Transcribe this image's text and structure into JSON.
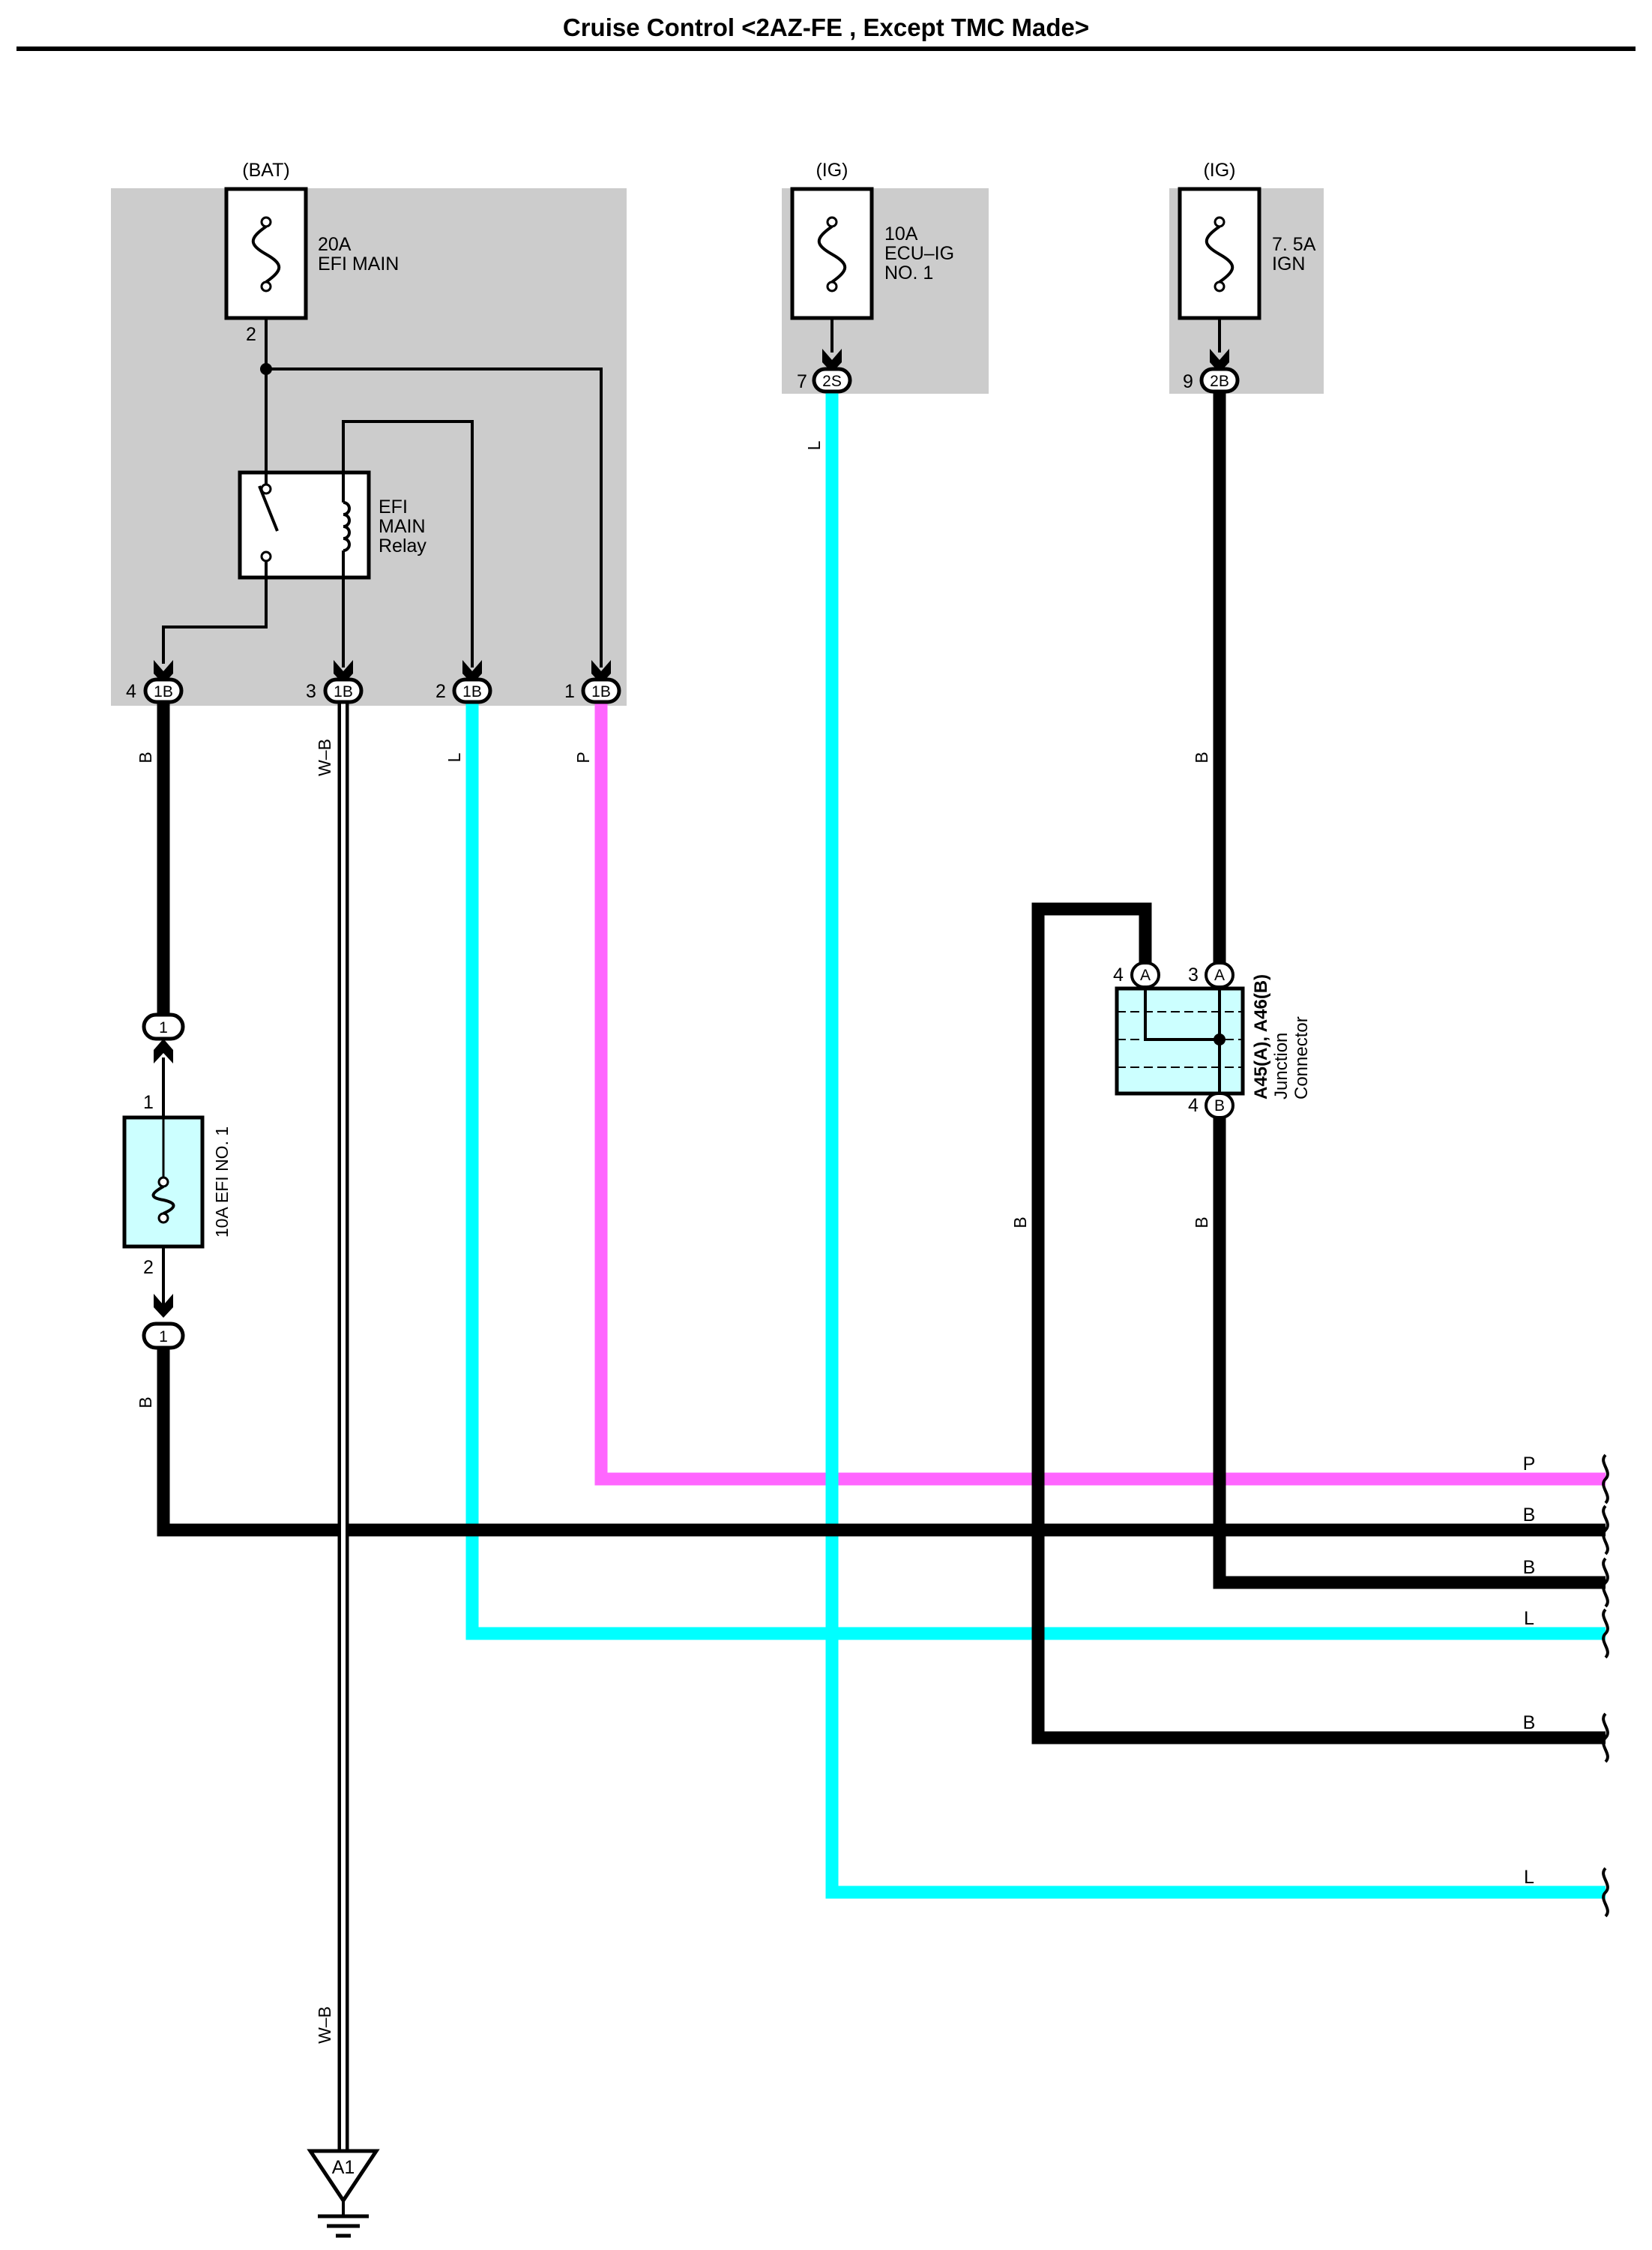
{
  "title": "Cruise Control <2AZ-FE , Except TMC Made>",
  "colors": {
    "junction_box_fill": "#cccccc",
    "component_fill": "#ccffff",
    "wire_black": "#000000",
    "wire_light_blue": "#00ffff",
    "wire_pink": "#ff66ff",
    "wire_white_black_fill": "#ffffff"
  },
  "power_sources": [
    {
      "label": "(BAT)",
      "fuse_rating": "20A",
      "fuse_name": "EFI MAIN",
      "pin": "2"
    },
    {
      "label": "(IG)",
      "fuse_rating": "10A",
      "fuse_name_line1": "ECU–IG",
      "fuse_name_line2": "NO. 1",
      "connector": "2S",
      "pin": "7"
    },
    {
      "label": "(IG)",
      "fuse_rating": "7. 5A",
      "fuse_name": "IGN",
      "connector": "2B",
      "pin": "9"
    }
  ],
  "relay": {
    "line1": "EFI",
    "line2": "MAIN",
    "line3": "Relay"
  },
  "junction_pins": [
    {
      "pin": "4",
      "connector": "1B",
      "wire": "B"
    },
    {
      "pin": "3",
      "connector": "1B",
      "wire": "W–B"
    },
    {
      "pin": "2",
      "connector": "1B",
      "wire": "L"
    },
    {
      "pin": "1",
      "connector": "1B",
      "wire": "P"
    }
  ],
  "efi_fuse": {
    "label": "10A EFI NO. 1",
    "pin_top": "1",
    "pin_bottom": "2",
    "inline_connector_top": "1",
    "inline_connector_bottom": "1"
  },
  "junction_connector": {
    "name": "A45(A), A46(B)",
    "line2": "Junction",
    "line3": "Connector",
    "pin_a4": "4",
    "conn_a4": "A",
    "pin_a3": "3",
    "conn_a3": "A",
    "pin_b4": "4",
    "conn_b4": "B"
  },
  "wire_labels": {
    "l_ecu_ig": "L",
    "b_ign": "B",
    "b_fuse_in": "B",
    "b_fuse_out": "B",
    "wb_top": "W–B",
    "wb_bottom": "W–B",
    "l_relay": "L",
    "p_relay": "P",
    "b_loop": "B",
    "b_jc_out": "B"
  },
  "right_outputs": [
    "P",
    "B",
    "B",
    "L",
    "B",
    "L"
  ],
  "ground": {
    "label": "A1"
  }
}
